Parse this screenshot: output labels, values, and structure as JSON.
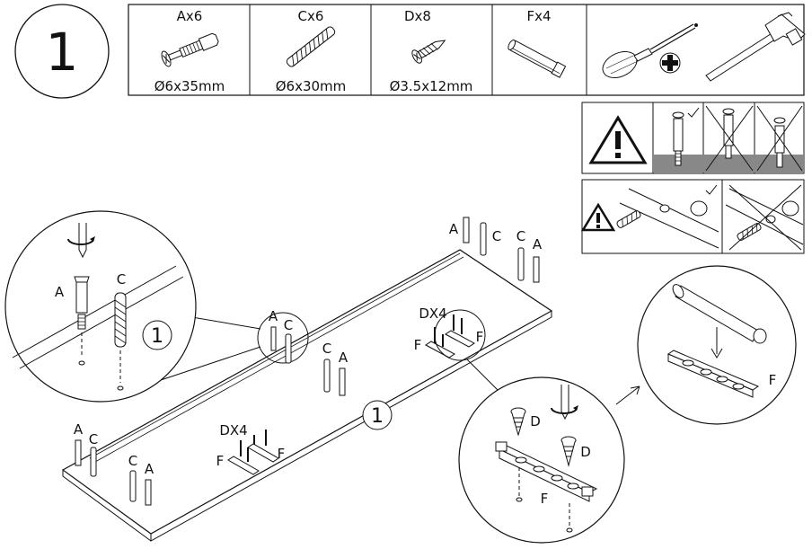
{
  "step_number": "1",
  "parts": [
    {
      "code": "Ax6",
      "size": "Ø6x35mm"
    },
    {
      "code": "Cx6",
      "size": "Ø6x30mm"
    },
    {
      "code": "Dx8",
      "size": "Ø3.5x12mm"
    },
    {
      "code": "Fx4",
      "size": ""
    }
  ],
  "labels": {
    "A": "A",
    "C": "C",
    "D": "D",
    "F": "F",
    "DX4": "DX4",
    "panel_ref": "1"
  }
}
